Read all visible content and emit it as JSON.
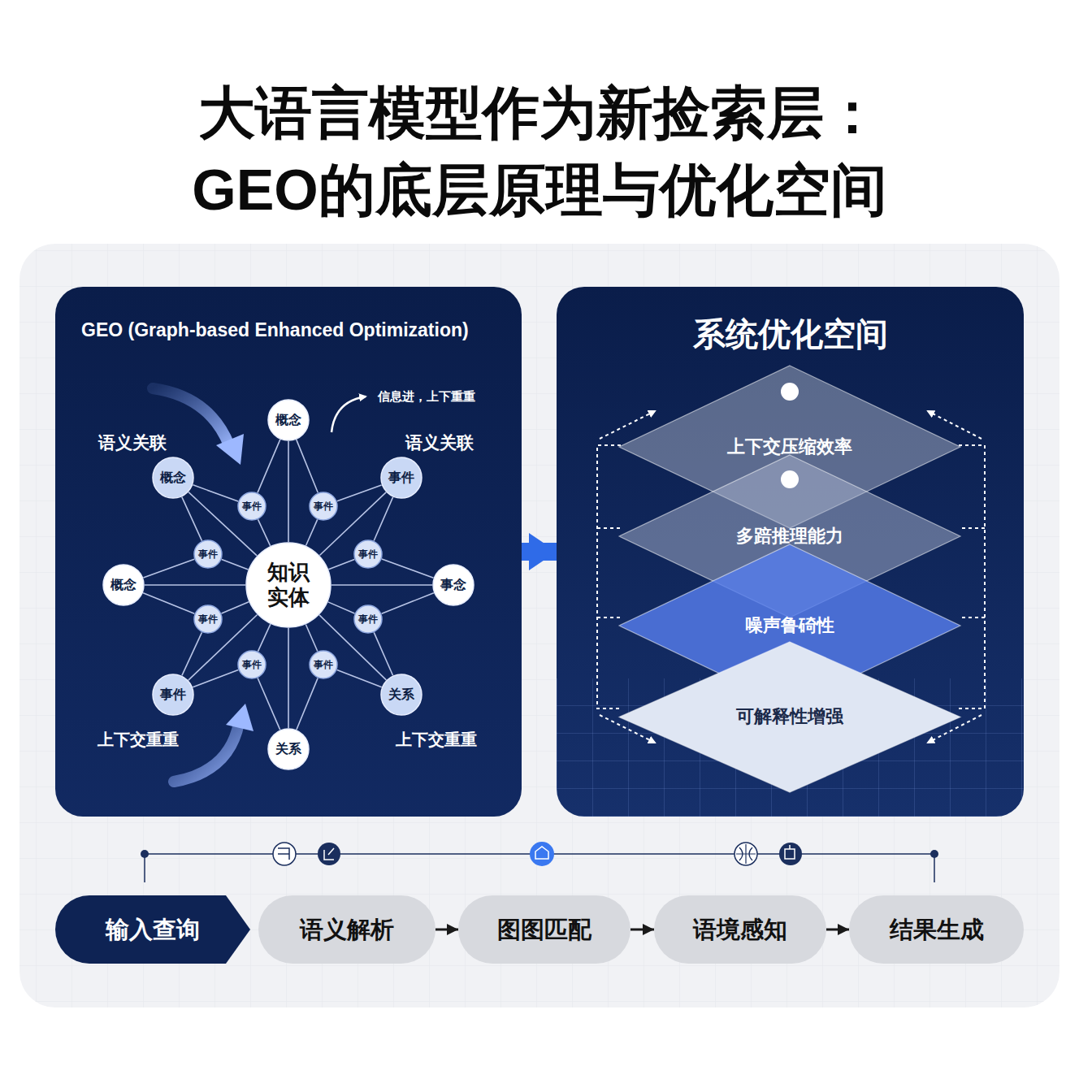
{
  "diagram": {
    "title": "大语言模型作为新捡索层： GEO的底层原理与优化空间",
    "nodes": [
      {
        "text": [
          "GEO (Graph-based Enhanced Optimization)"
        ]
      },
      {
        "text": [
          "知识实体"
        ],
        "in": 0
      },
      {
        "text": [
          "概念"
        ],
        "in": 0
      },
      {
        "text": [
          "事件"
        ],
        "in": 0
      },
      {
        "text": [
          "事念"
        ],
        "in": 0
      },
      {
        "text": [
          "关系"
        ],
        "in": 0
      },
      {
        "text": [
          "关系"
        ],
        "in": 0
      },
      {
        "text": [
          "事件"
        ],
        "in": 0
      },
      {
        "text": [
          "概念"
        ],
        "in": 0
      },
      {
        "text": [
          "概念"
        ],
        "in": 0
      },
      {
        "text": [
          "事件"
        ],
        "in": 0
      },
      {
        "text": [
          "事件"
        ],
        "in": 0
      },
      {
        "text": [
          "事件"
        ],
        "in": 0
      },
      {
        "text": [
          "事件"
        ],
        "in": 0
      },
      {
        "text": [
          "事件"
        ],
        "in": 0
      },
      {
        "text": [
          "事件"
        ],
        "in": 0
      },
      {
        "text": [
          "事件"
        ],
        "in": 0
      },
      {
        "text": [
          "事件"
        ],
        "in": 0
      },
      {
        "text": [
          "系统优化空间"
        ]
      },
      {
        "text": [
          "上下交压缩效率"
        ],
        "in": 18
      },
      {
        "text": [
          "多踣推理能力"
        ],
        "in": 18
      },
      {
        "text": [
          "噪声鲁碕性"
        ],
        "in": 18
      },
      {
        "text": [
          "可解释性增强"
        ],
        "in": 18
      },
      {
        "text": [
          "输入查询"
        ]
      },
      {
        "text": [
          "语义解析"
        ]
      },
      {
        "text": [
          "图图匹配"
        ]
      },
      {
        "text": [
          "语境感知"
        ]
      },
      {
        "text": [
          "结果生成"
        ]
      }
    ],
    "edges": [
      {
        "from": 1,
        "to": 2,
        "arrow": "none"
      },
      {
        "from": 1,
        "to": 3,
        "arrow": "none"
      },
      {
        "from": 1,
        "to": 4,
        "arrow": "none"
      },
      {
        "from": 1,
        "to": 5,
        "arrow": "none"
      },
      {
        "from": 1,
        "to": 6,
        "arrow": "none"
      },
      {
        "from": 1,
        "to": 7,
        "arrow": "none"
      },
      {
        "from": 1,
        "to": 8,
        "arrow": "none"
      },
      {
        "from": 1,
        "to": 9,
        "arrow": "none"
      },
      {
        "from": 1,
        "to": 10,
        "arrow": "none"
      },
      {
        "from": 1,
        "to": 11,
        "arrow": "none"
      },
      {
        "from": 1,
        "to": 12,
        "arrow": "none"
      },
      {
        "from": 1,
        "to": 13,
        "arrow": "none"
      },
      {
        "from": 1,
        "to": 14,
        "arrow": "none"
      },
      {
        "from": 1,
        "to": 15,
        "arrow": "none"
      },
      {
        "from": 1,
        "to": 16,
        "arrow": "none"
      },
      {
        "from": 1,
        "to": 17,
        "arrow": "none"
      },
      {
        "from": 10,
        "to": 2,
        "arrow": "none"
      },
      {
        "from": 10,
        "to": 3,
        "arrow": "none"
      },
      {
        "from": 11,
        "to": 3,
        "arrow": "none"
      },
      {
        "from": 11,
        "to": 4,
        "arrow": "none"
      },
      {
        "from": 12,
        "to": 4,
        "arrow": "none"
      },
      {
        "from": 12,
        "to": 5,
        "arrow": "none"
      },
      {
        "from": 13,
        "to": 5,
        "arrow": "none"
      },
      {
        "from": 13,
        "to": 6,
        "arrow": "none"
      },
      {
        "from": 14,
        "to": 6,
        "arrow": "none"
      },
      {
        "from": 14,
        "to": 7,
        "arrow": "none"
      },
      {
        "from": 15,
        "to": 7,
        "arrow": "none"
      },
      {
        "from": 15,
        "to": 8,
        "arrow": "none"
      },
      {
        "from": 16,
        "to": 8,
        "arrow": "none"
      },
      {
        "from": 16,
        "to": 9,
        "arrow": "none"
      },
      {
        "from": 17,
        "to": 9,
        "arrow": "none"
      },
      {
        "from": 17,
        "to": 2,
        "arrow": "none"
      },
      {
        "from": 0,
        "to": 18,
        "arrow": "to"
      },
      {
        "from": 24,
        "to": 25,
        "arrow": "to"
      },
      {
        "from": 25,
        "to": 26,
        "arrow": "to"
      },
      {
        "from": 26,
        "to": 27,
        "arrow": "to"
      }
    ],
    "labels": [
      "语义关联",
      "语义关联",
      "信息进，上下重重",
      "上下交重重",
      "上下交重重"
    ]
  }
}
